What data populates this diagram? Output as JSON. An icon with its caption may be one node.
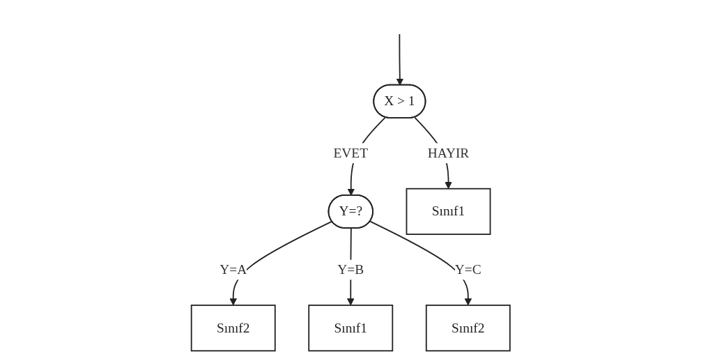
{
  "diagram": {
    "nodes": [
      {
        "text": [
          "X > 1"
        ]
      },
      {
        "text": [
          "Y=?"
        ]
      },
      {
        "text": [
          "Sınıf2"
        ]
      },
      {
        "text": [
          "Sınıf1"
        ]
      },
      {
        "text": [
          "Sınıf2"
        ]
      },
      {
        "text": [
          "Sınıf1"
        ]
      }
    ],
    "edges": [
      {
        "from": null,
        "to": 0,
        "arrow": "to"
      },
      {
        "from": 0,
        "to": 1,
        "label": "EVET",
        "arrow": "to"
      },
      {
        "from": 0,
        "to": 5,
        "label": "HAYIR",
        "arrow": "to"
      },
      {
        "from": 1,
        "to": 2,
        "label": "Y=A",
        "arrow": "to"
      },
      {
        "from": 1,
        "to": 3,
        "label": "Y=B",
        "arrow": "to"
      },
      {
        "from": 1,
        "to": 4,
        "label": "Y=C",
        "arrow": "to"
      }
    ]
  }
}
